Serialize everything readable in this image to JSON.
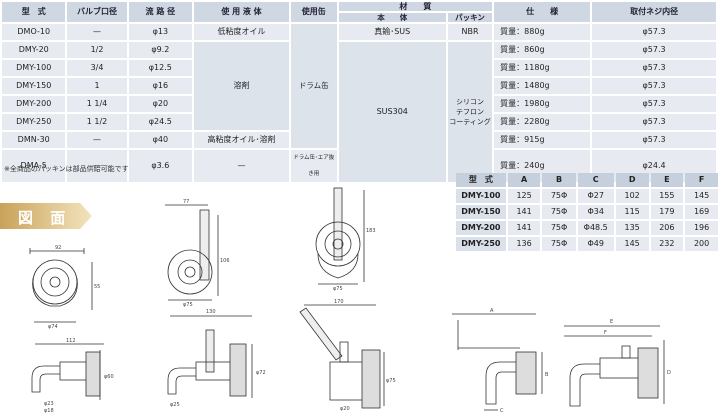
{
  "spec_table": {
    "headers": {
      "model": "型　式",
      "valve": "バルブ口径",
      "flow": "流 路 径",
      "liquid": "使 用 液 体",
      "can": "使用缶",
      "material": "材　　質",
      "body": "本　　体",
      "packing": "パッキン",
      "spec": "仕　　様",
      "thread": "取付ネジ内径"
    },
    "rows": [
      {
        "model": "DMO-10",
        "valve": "—",
        "flow": "φ13",
        "spec": "質量：880g",
        "thread": "φ57.3"
      },
      {
        "model": "DMY-20",
        "valve": "1/2",
        "flow": "φ9.2",
        "spec": "質量：860g",
        "thread": "φ57.3"
      },
      {
        "model": "DMY-100",
        "valve": "3/4",
        "flow": "φ12.5",
        "spec": "質量：1180g",
        "thread": "φ57.3"
      },
      {
        "model": "DMY-150",
        "valve": "1",
        "flow": "φ16",
        "spec": "質量：1480g",
        "thread": "φ57.3"
      },
      {
        "model": "DMY-200",
        "valve": "1 1/4",
        "flow": "φ20",
        "spec": "質量：1980g",
        "thread": "φ57.3"
      },
      {
        "model": "DMY-250",
        "valve": "1 1/2",
        "flow": "φ24.5",
        "spec": "質量：2280g",
        "thread": "φ57.3"
      },
      {
        "model": "DMN-30",
        "valve": "—",
        "flow": "φ40",
        "spec": "質量：915g",
        "thread": "φ57.3"
      },
      {
        "model": "DMA-5",
        "valve": "—",
        "flow": "φ3.6",
        "spec": "質量：240g",
        "thread": "φ24.4"
      }
    ],
    "liquid_low": "低粘度オイル",
    "liquid_solvent": "溶剤",
    "liquid_high": "高粘度オイル･溶剤",
    "liquid_dash": "—",
    "can_drum": "ドラム缶",
    "can_drum_air": "ドラム缶･エア抜き用",
    "body_brass": "真鍮･SUS",
    "body_sus": "SUS304",
    "packing_nbr": "NBR",
    "packing_teflon": "シリコン\nテフロン\nコーティング"
  },
  "note": "※全商品のパッキンは部品供給可能です",
  "section_title": "図 面",
  "dimension_table": {
    "headers": [
      "型　式",
      "A",
      "B",
      "C",
      "D",
      "E",
      "F"
    ],
    "rows": [
      [
        "DMY-100",
        "125",
        "75Φ",
        "Φ27",
        "102",
        "155",
        "145"
      ],
      [
        "DMY-150",
        "141",
        "75Φ",
        "Φ34",
        "115",
        "179",
        "169"
      ],
      [
        "DMY-200",
        "141",
        "75Φ",
        "Φ48.5",
        "135",
        "206",
        "196"
      ],
      [
        "DMY-250",
        "136",
        "75Φ",
        "Φ49",
        "145",
        "232",
        "200"
      ]
    ]
  },
  "drawing_labels": {
    "d1_w": "92",
    "d1_h": "55",
    "d1_dia": "φ74",
    "d2_w": "77",
    "d2_h": "106",
    "d2_dia": "φ75",
    "d3_h": "183",
    "d3_dia": "φ75",
    "d4_w": "112",
    "d4_dia": "φ60",
    "d4_d1": "φ23",
    "d4_d2": "φ18",
    "d5_w": "130",
    "d5_dia": "φ72",
    "d5_d": "φ25",
    "d6_w": "170",
    "d6_dia": "φ75",
    "d6_d": "φ20",
    "d7_a": "A",
    "d7_b": "B",
    "d7_c": "C",
    "d8_e": "E",
    "d8_f": "F",
    "d8_d": "D"
  }
}
